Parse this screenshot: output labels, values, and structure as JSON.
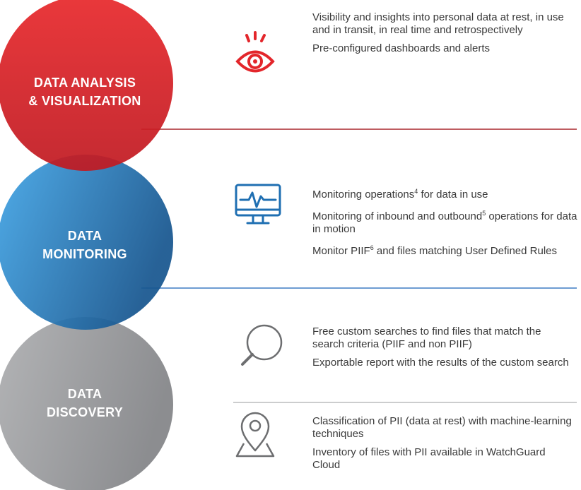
{
  "sections": [
    {
      "label_line1": "DATA ANALYSIS",
      "label_line2": "& VISUALIZATION",
      "icon": "eye-icon",
      "color": "#e3262b",
      "items": [
        "Visibility and insights into personal data at rest, in use and in transit, in real time and retrospectively",
        "Pre-configured dashboards and alerts"
      ]
    },
    {
      "label_line1": "DATA",
      "label_line2": "MONITORING",
      "icon": "monitor-pulse-icon",
      "color": "#1f6fb2",
      "items": [
        {
          "text": "Monitoring operations",
          "sup": "4",
          "tail": " for data in use"
        },
        {
          "text": "Monitoring of inbound and outbound",
          "sup": "5",
          "tail": " operations for data in motion"
        },
        {
          "text": "Monitor PIIF",
          "sup": "6",
          "tail": " and files matching User Defined Rules"
        }
      ]
    },
    {
      "label_line1": "DATA",
      "label_line2": "DISCOVERY",
      "icons": [
        "magnifier-icon",
        "map-pin-icon"
      ],
      "color": "#9a9b9d",
      "group1": [
        "Free custom searches to find files that match the search criteria (PIIF and non PIIF)",
        "Exportable report with the results of the custom search"
      ],
      "group2": [
        "Classification of PII (data at rest) with machine-learning techniques",
        "Inventory of files with PII available in WatchGuard Cloud"
      ]
    }
  ],
  "colors": {
    "red": "#e3262b",
    "blue": "#1f6fb2",
    "gray": "#9a9b9d",
    "text": "#3a3a3a"
  }
}
